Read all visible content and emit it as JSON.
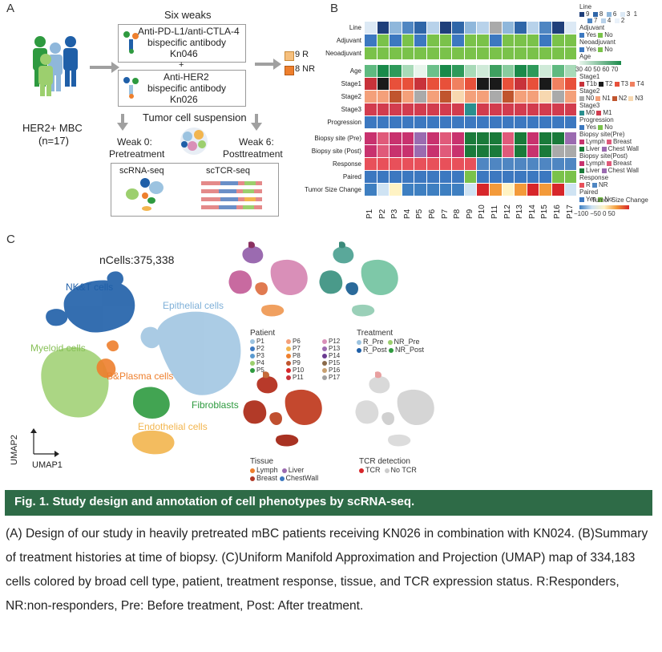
{
  "panelA": {
    "label": "A",
    "six_weeks": "Six weaks",
    "drug1": "Anti-PD-L1/anti-CTLA-4",
    "drug1b": "bispecific antibody",
    "drug1c": "Kn046",
    "plus": "+",
    "drug2": "Anti-HER2",
    "drug2b": "bispecific antibody",
    "drug2c": "Kn026",
    "cohort": "HER2+ MBC",
    "cohort_n": "(n=17)",
    "r_label": "9 R",
    "nr_label": "8 NR",
    "suspension": "Tumor cell suspension",
    "week0": "Weak 0:",
    "week0b": "Pretreatment",
    "week6": "Weak 6:",
    "week6b": "Posttreatment",
    "scrna": "scRNA-seq",
    "sctcr": "scTCR-seq"
  },
  "panelB": {
    "label": "B",
    "rows": [
      "Line",
      "Adjuvant",
      "Neoadjuvant",
      "Age",
      "Stage1",
      "Stage2",
      "Stage3",
      "Progression",
      "Biopsy site (Pre)",
      "Biopsy site (Post)",
      "Response",
      "Paired",
      "Tumor Size Change"
    ],
    "patients": [
      "P1",
      "P2",
      "P3",
      "P4",
      "P5",
      "P6",
      "P7",
      "P8",
      "P9",
      "P10",
      "P11",
      "P12",
      "P13",
      "P14",
      "P15",
      "P16",
      "P17"
    ],
    "legend": {
      "line_title": "Line",
      "line_vals": [
        "9",
        "8",
        "6",
        "3",
        "1",
        "7",
        "4",
        "2"
      ],
      "adjuvant_title": "Adjuvant",
      "neo_title": "Neoadjuvant",
      "yes": "Yes",
      "no": "No",
      "age_title": "Age",
      "age_ticks": "30 40 50 60 70",
      "stage1_title": "Stage1",
      "stage1_vals": [
        "T1b",
        "T2",
        "T3",
        "T4"
      ],
      "stage2_title": "Stage2",
      "stage2_vals": [
        "N0",
        "N1",
        "N2",
        "N3"
      ],
      "stage3_title": "Stage3",
      "stage3_vals": [
        "M0",
        "M1"
      ],
      "progression_title": "Progression",
      "biopsy_pre_title": "Biopsy site(Pre)",
      "biopsy_post_title": "Biopsy site(Post)",
      "lymph": "Lymph",
      "breast": "Breast",
      "liver": "Liver",
      "chest_wall": "Chest Wall",
      "response_title": "Response",
      "r": "R",
      "nr": "NR",
      "paired_title": "Paired",
      "tumor_title": "Tumor Size Change",
      "tumor_ticks": "−100 −50  0   50"
    }
  },
  "panelC": {
    "label": "C",
    "ncells": "nCells:375,338",
    "clusters": {
      "nkt": "NK&T cells",
      "epi": "Epithelial cells",
      "myeloid": "Myeloid cells",
      "bplasma": "B&Plasma cells",
      "fibro": "Fibroblasts",
      "endo": "Endothelial cells"
    },
    "umap1": "UMAP1",
    "umap2": "UMAP2",
    "patient_title": "Patient",
    "patient_items": [
      "P1",
      "P2",
      "P3",
      "P4",
      "P5",
      "P6",
      "P7",
      "P8",
      "P9",
      "P10",
      "P11",
      "P12",
      "P13",
      "P14",
      "P15",
      "P16",
      "P17"
    ],
    "treatment_title": "Treatment",
    "treatment_items": [
      "R_Pre",
      "R_Post",
      "NR_Pre",
      "NR_Post"
    ],
    "tissue_title": "Tissue",
    "tissue_items": [
      "Lymph",
      "Breast",
      "Liver",
      "ChestWall"
    ],
    "tcr_title": "TCR detection",
    "tcr_items": [
      "TCR",
      "No TCR"
    ]
  },
  "caption": {
    "title": "Fig. 1. Study design and annotation of cell phenotypes by scRNA-seq.",
    "body": "(A) Design of our study in heavily pretreated mBC patients receiving KN026 in combination with KN024. (B)Summary of treatment histories at time of biopsy.  (C)Uniform Manifold Approximation and Projection (UMAP) map of 334,183 cells colored by broad cell type, patient, treatment response, tissue, and TCR expression status. R:Responders, NR:non-responders, Pre: Before treatment, Post: After treatment."
  },
  "colors": {
    "caption_bg": "#2e6b47",
    "nkt": "#1f5fa8",
    "epi": "#9cc3e0",
    "myeloid": "#9ccf6e",
    "bplasma": "#ee7f2d",
    "fibro": "#2e9a3f",
    "endo": "#f2b54e"
  }
}
